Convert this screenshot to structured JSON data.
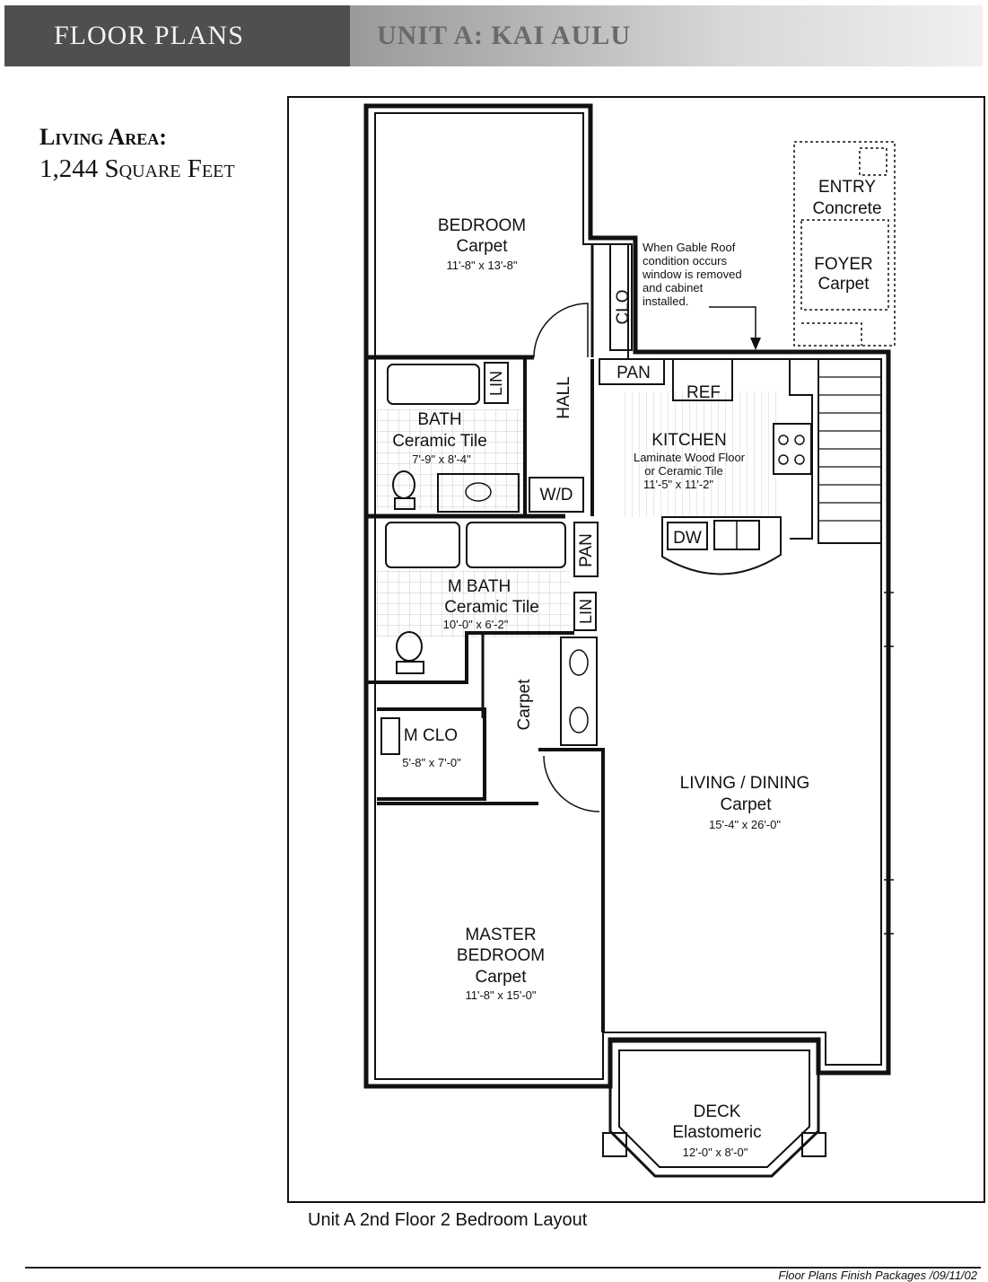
{
  "header": {
    "title": "FLOOR PLANS",
    "subtitle": "UNIT A: KAI AULU"
  },
  "living_area": {
    "label": "Living Area:",
    "value": "1,244 Square Feet"
  },
  "rooms": {
    "bedroom": {
      "name": "BEDROOM",
      "floor": "Carpet",
      "size": "11'-8\" x 13'-8\""
    },
    "clo": "CLO",
    "entry": {
      "name": "ENTRY",
      "floor": "Concrete"
    },
    "foyer": {
      "name": "FOYER",
      "floor": "Carpet"
    },
    "note": [
      "When Gable Roof",
      "condition occurs",
      "window is removed",
      "and cabinet",
      "installed."
    ],
    "lin1": "LIN",
    "hall": "HALL",
    "pan1": "PAN",
    "ref": "REF",
    "bath": {
      "name": "BATH",
      "floor": "Ceramic Tile",
      "size": "7'-9\" x 8'-4\""
    },
    "kitchen": {
      "name": "KITCHEN",
      "floor": "Laminate Wood Floor",
      "floor2": "or Ceramic Tile",
      "size": "11'-5\" x 11'-2\""
    },
    "wd": "W/D",
    "dw": "DW",
    "pan2": "PAN",
    "mbath": {
      "name": "M BATH",
      "floor": "Ceramic Tile",
      "size": "10'-0\" x 6'-2\""
    },
    "lin2": "LIN",
    "carpet_hall": "Carpet",
    "mclo": {
      "name": "M CLO",
      "size": "5'-8\" x 7'-0\""
    },
    "living": {
      "name": "LIVING / DINING",
      "floor": "Carpet",
      "size": "15'-4\" x 26'-0\""
    },
    "master": {
      "name1": "MASTER",
      "name2": "BEDROOM",
      "floor": "Carpet",
      "size": "11'-8\" x 15'-0\""
    },
    "deck": {
      "name": "DECK",
      "floor": "Elastomeric",
      "size": "12'-0\" x 8'-0\""
    }
  },
  "caption": "Unit A 2nd Floor 2 Bedroom Layout",
  "footer": "Floor Plans Finish Packages /09/11/02"
}
